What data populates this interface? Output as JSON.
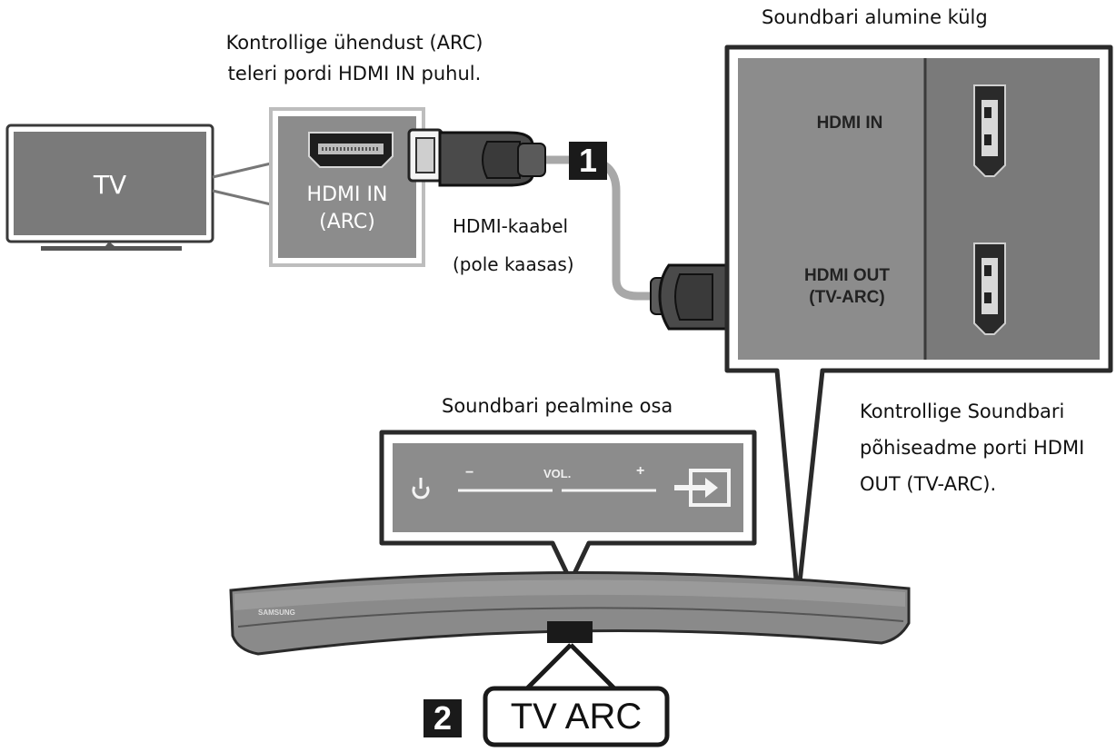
{
  "captions": {
    "tv_port_instruction_line1": "Kontrollige ühendust (ARC)",
    "tv_port_instruction_line2": "teleri pordi HDMI IN puhul.",
    "soundbar_bottom_title": "Soundbari alumine külg",
    "soundbar_top_title": "Soundbari pealmine osa",
    "soundbar_port_instruction_line1": "Kontrollige Soundbari",
    "soundbar_port_instruction_line2": "põhiseadme porti HDMI",
    "soundbar_port_instruction_line3": "OUT (TV-ARC).",
    "cable_line1": "HDMI-kaabel",
    "cable_line2": "(pole kaasas)"
  },
  "tv": {
    "label": "TV",
    "port_label_line1": "HDMI IN",
    "port_label_line2": "(ARC)"
  },
  "soundbar_bottom": {
    "hdmi_in_label": "HDMI IN",
    "hdmi_out_label_line1": "HDMI OUT",
    "hdmi_out_label_line2": "(TV-ARC)"
  },
  "soundbar_top": {
    "minus": "−",
    "vol": "VOL.",
    "plus": "+",
    "brand": "SAMSUNG"
  },
  "steps": {
    "step1": "1",
    "step2": "2",
    "step2_label": "TV ARC"
  },
  "colors": {
    "panel_gray": "#8c8c8c",
    "panel_dark": "#6e6e6e",
    "tv_screen": "#7a7a7a",
    "cable_gray": "#a8a8a8",
    "badge": "#1a1a1a"
  },
  "icons": {
    "power": "power-icon",
    "source": "source-input-icon",
    "hdmi_port": "hdmi-port-icon"
  }
}
